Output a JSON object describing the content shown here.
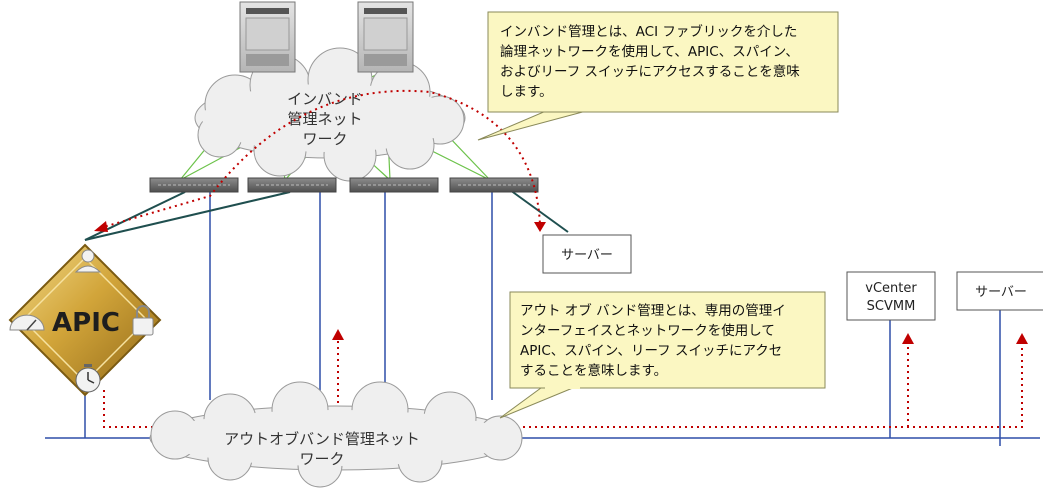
{
  "clouds": {
    "inband": [
      "インバンド",
      "管理ネット",
      "ワーク"
    ],
    "oob": [
      "アウトオブバンド管理ネット",
      "ワーク"
    ]
  },
  "callouts": {
    "inband": [
      "インバンド管理とは、ACI ファブリックを介した",
      "論理ネットワークを使用して、APIC、スパイン、",
      "およびリーフ スイッチにアクセスすることを意味",
      "します。"
    ],
    "oob": [
      "アウト オブ バンド管理とは、専用の管理イ",
      "ンターフェイスとネットワークを使用して",
      "APIC、スパイン、リーフ スイッチにアクセ",
      "することを意味します。"
    ]
  },
  "boxes": {
    "server_inband": "サーバー",
    "vcenter": [
      "vCenter",
      "SCVMM"
    ],
    "server_oob": "サーバー"
  },
  "apic": {
    "label": "APIC"
  },
  "colors": {
    "cloud_fill": "#efefef",
    "cloud_stroke": "#9a9a9a",
    "callout_fill": "#fbf7c2",
    "callout_stroke": "#8a8a5a",
    "link_green": "#6cc24a",
    "oob_blue": "#2f4fa8",
    "inband_teal": "#1f4f4f",
    "dotted_red": "#c00000",
    "apic_gold": "#c79a2a"
  }
}
